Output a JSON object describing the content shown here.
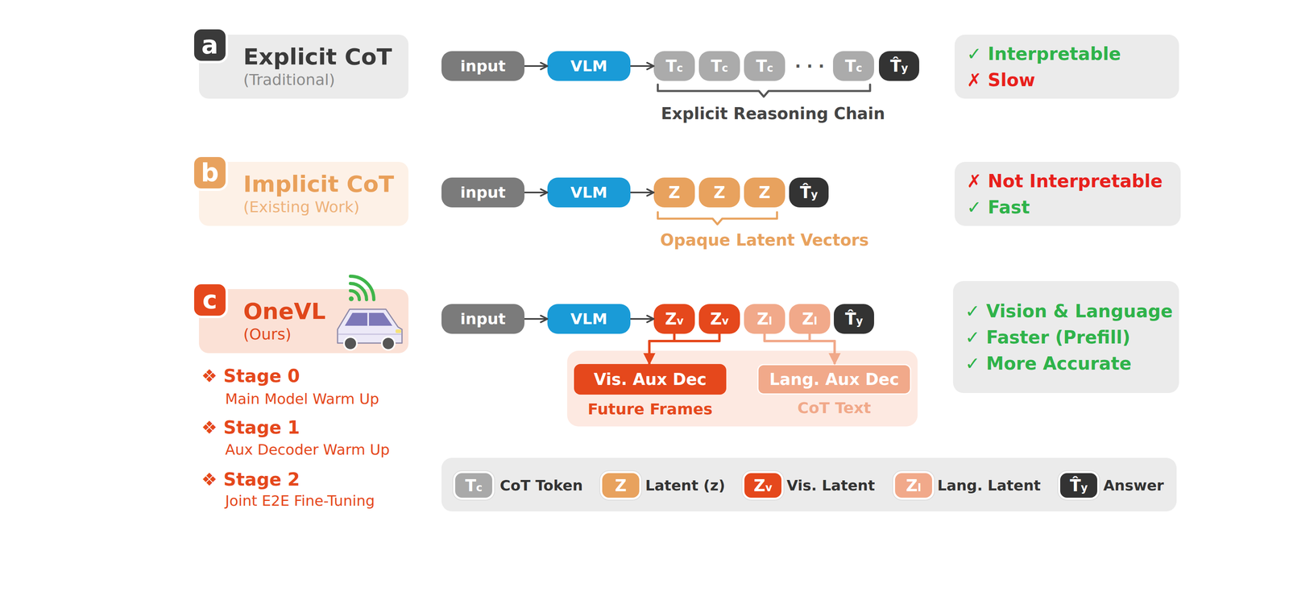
{
  "diagram": {
    "nodes": [
      {
        "text": [
          "a"
        ]
      },
      {
        "text": [
          "Explicit CoT",
          "(Traditional)"
        ]
      },
      {
        "text": [
          "input"
        ]
      },
      {
        "text": [
          "VLM"
        ]
      },
      {
        "text": [
          "Tc"
        ]
      },
      {
        "text": [
          "Tc"
        ]
      },
      {
        "text": [
          "Tc"
        ]
      },
      {
        "text": [
          "Tc"
        ]
      },
      {
        "text": [
          "T̂y"
        ]
      },
      {
        "text": [
          "✓ Interpretable",
          "✗ Slow"
        ]
      },
      {
        "text": [
          "b"
        ]
      },
      {
        "text": [
          "Implicit CoT",
          "(Existing Work)"
        ]
      },
      {
        "text": [
          "input"
        ]
      },
      {
        "text": [
          "VLM"
        ]
      },
      {
        "text": [
          "Z"
        ]
      },
      {
        "text": [
          "Z"
        ]
      },
      {
        "text": [
          "Z"
        ]
      },
      {
        "text": [
          "T̂y"
        ]
      },
      {
        "text": [
          "✗ Not Interpretable",
          "✓ Fast"
        ]
      },
      {
        "text": [
          "c"
        ]
      },
      {
        "text": [
          "OneVL",
          "(Ours)"
        ]
      },
      {
        "text": [
          "input"
        ]
      },
      {
        "text": [
          "VLM"
        ]
      },
      {
        "text": [
          "Zv"
        ]
      },
      {
        "text": [
          "Zv"
        ]
      },
      {
        "text": [
          "Zl"
        ]
      },
      {
        "text": [
          "Zl"
        ]
      },
      {
        "text": [
          "T̂y"
        ]
      },
      {
        "text": [
          "Vis. Aux Dec",
          "Future Frames"
        ]
      },
      {
        "text": [
          "Lang. Aux Dec",
          "CoT Text"
        ]
      },
      {
        "text": [
          "✓ Vision & Language",
          "✓ Faster (Prefill)",
          "✓ More Accurate"
        ]
      }
    ],
    "edges": [
      {
        "from": 2,
        "to": 3,
        "arrow": "to"
      },
      {
        "from": 3,
        "to": 4,
        "arrow": "to"
      },
      {
        "from": 12,
        "to": 13,
        "arrow": "to"
      },
      {
        "from": 13,
        "to": 14,
        "arrow": "to"
      },
      {
        "from": 21,
        "to": 22,
        "arrow": "to"
      },
      {
        "from": 22,
        "to": 23,
        "arrow": "to"
      },
      {
        "from": 23,
        "to": 28,
        "arrow": "to"
      },
      {
        "from": 24,
        "to": 28,
        "arrow": "to"
      },
      {
        "from": 25,
        "to": 29,
        "arrow": "to"
      },
      {
        "from": 26,
        "to": 29,
        "arrow": "to"
      }
    ],
    "labels": [
      "· · ·",
      "Explicit Reasoning Chain",
      "Opaque Latent Vectors",
      "❖ Stage 0",
      "Main Model Warm Up",
      "❖ Stage 1",
      "Aux Decoder Warm Up",
      "❖ Stage 2",
      "Joint E2E Fine-Tuning",
      "Tc",
      "Z",
      "Zv",
      "Zl",
      "T̂y"
    ],
    "legend": [
      {
        "text": "CoT Token",
        "color": "#a9a9a9"
      },
      {
        "text": "Latent (z)",
        "color": "#e8a25e"
      },
      {
        "text": "Vis. Latent",
        "color": "#e5481c"
      },
      {
        "text": "Lang. Latent",
        "color": "#f1a98a"
      },
      {
        "text": "Answer",
        "color": "#333333"
      }
    ]
  }
}
